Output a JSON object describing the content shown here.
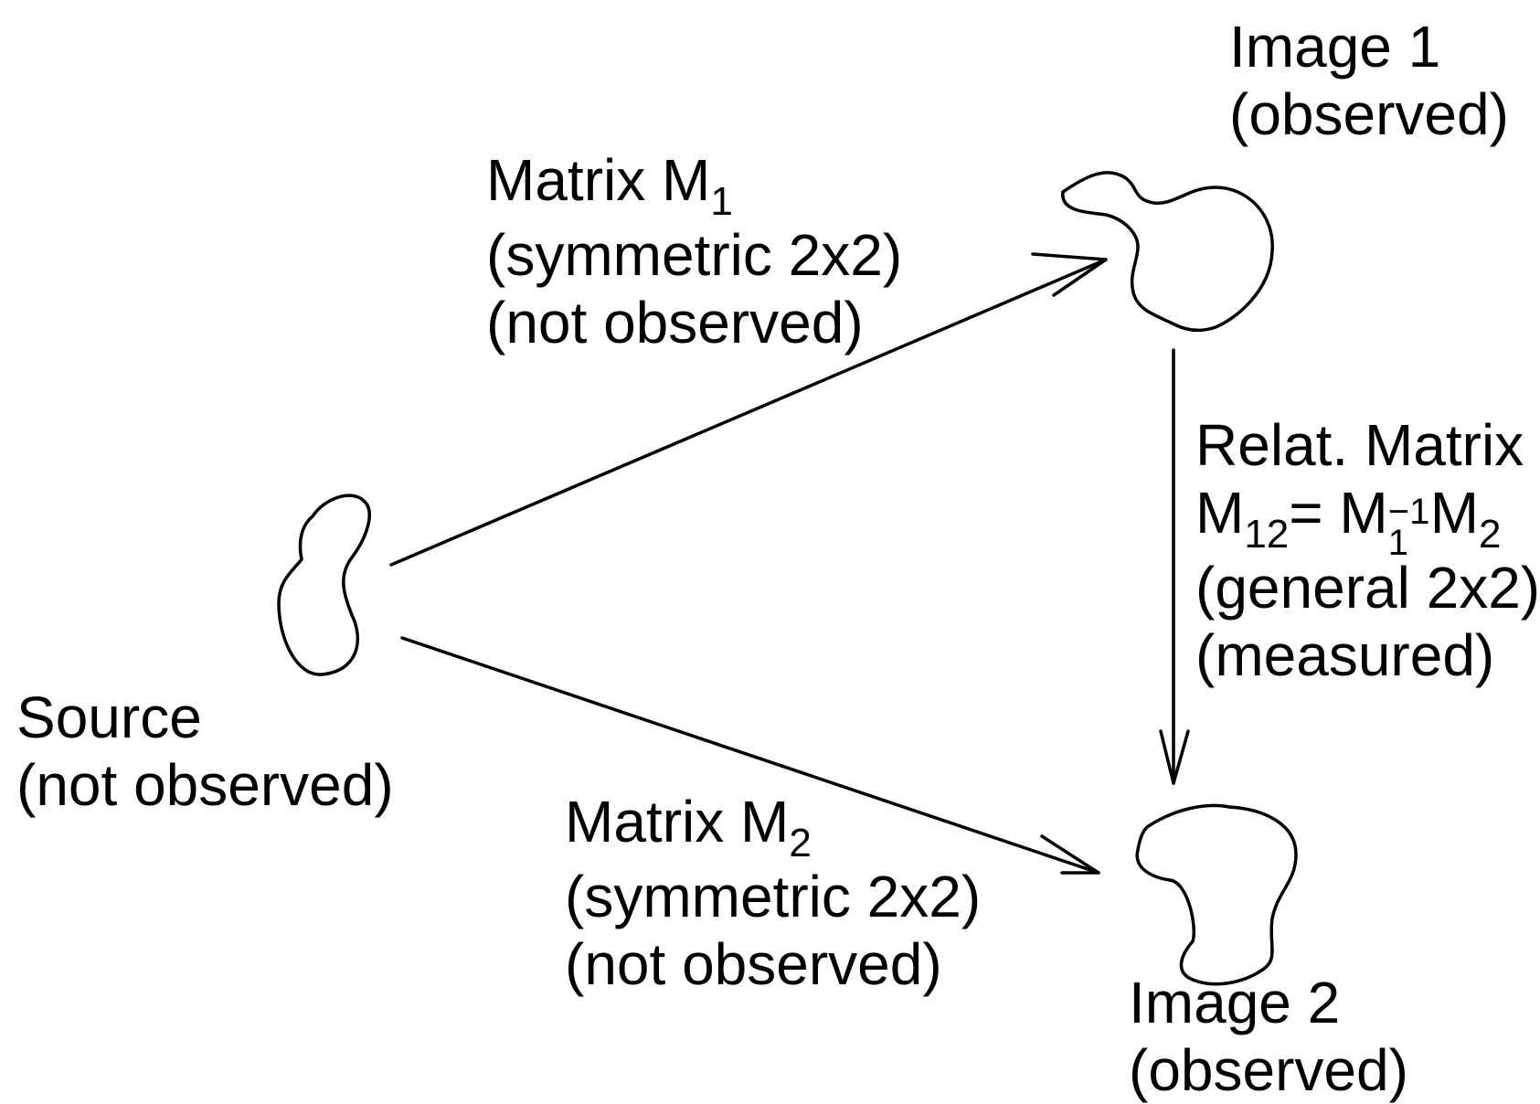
{
  "source": {
    "name": "Source",
    "status": "(not observed)"
  },
  "image1": {
    "name": "Image 1",
    "status": "(observed)"
  },
  "image2": {
    "name": "Image 2",
    "status": "(observed)"
  },
  "matrix1": {
    "prefix": "Matrix",
    "symbol": "M",
    "subscript": "1",
    "kind": "(symmetric 2x2)",
    "status": "(not observed)"
  },
  "matrix2": {
    "prefix": "Matrix",
    "symbol": "M",
    "subscript": "2",
    "kind": "(symmetric 2x2)",
    "status": "(not observed)"
  },
  "relative": {
    "title": "Relat. Matrix",
    "symbol": "M",
    "subscript": "12",
    "equals": "= ",
    "inv_symbol": "M",
    "inv_sup": "−1",
    "inv_sub": "1",
    "rhs_symbol": "M",
    "rhs_sub": "2",
    "kind": "(general 2x2)",
    "status": "(measured)"
  }
}
